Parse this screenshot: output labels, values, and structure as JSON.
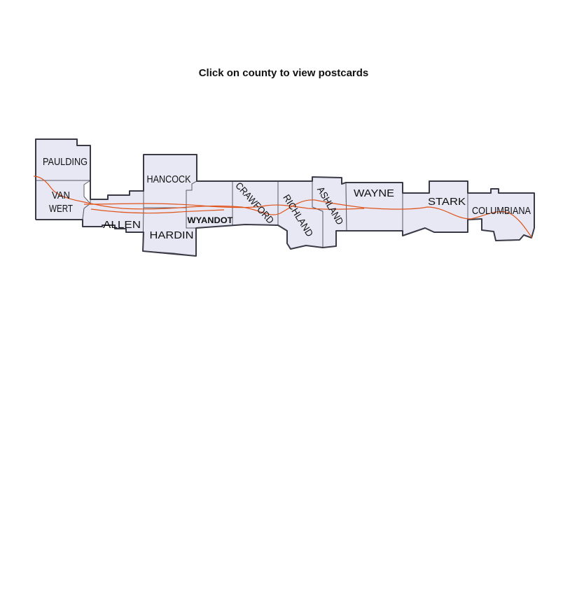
{
  "page": {
    "instruction": "Click on county to view postcards"
  },
  "map": {
    "colors": {
      "county_fill": "#e8e8f5",
      "county_border": "#5a5a66",
      "outline": "#3a3a46",
      "route": "#e0541a"
    },
    "counties": [
      {
        "name": "PAULDING"
      },
      {
        "name": "VAN"
      },
      {
        "name": "WERT"
      },
      {
        "name": "ALLEN"
      },
      {
        "name": "HANCOCK"
      },
      {
        "name": "HARDIN"
      },
      {
        "name": "WYANDOT"
      },
      {
        "name": "CRAWFORD"
      },
      {
        "name": "RICHLAND"
      },
      {
        "name": "ASHLAND"
      },
      {
        "name": "WAYNE"
      },
      {
        "name": "STARK"
      },
      {
        "name": "COLUMBIANA"
      }
    ]
  }
}
